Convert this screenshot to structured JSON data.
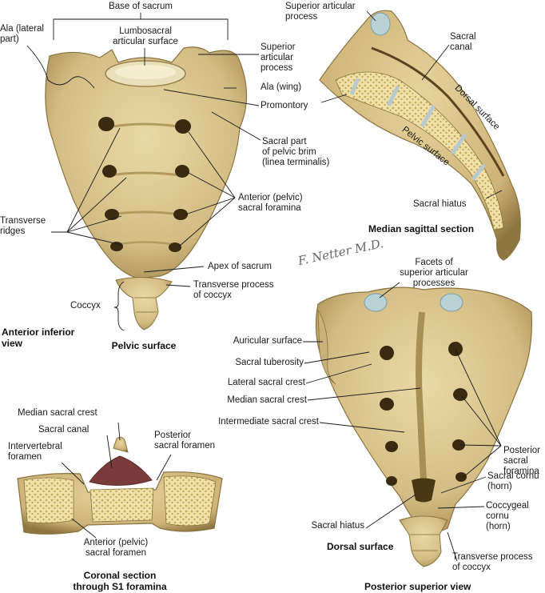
{
  "colors": {
    "bone": "#d9c48f",
    "bone_dark": "#a78f55",
    "bone_shadow": "#7a6535",
    "cartilage": "#b9d2d6",
    "cancellous": "#e8d79a",
    "leader": "#1a1a1a"
  },
  "anterior_view": {
    "labels": {
      "base_of_sacrum": "Base of sacrum",
      "ala_lateral_part": "Ala (lateral\npart)",
      "lumbosacral_articular_surface": "Lumbosacral\narticular surface",
      "superior_articular_process": "Superior\narticular\nprocess",
      "ala_wing": "Ala (wing)",
      "promontory": "Promontory",
      "sacral_part_of_pelvic_brim": "Sacral part\nof pelvic brim\n(linea terminalis)",
      "anterior_pelvic_sacral_foramina": "Anterior (pelvic)\nsacral foramina",
      "transverse_ridges": "Transverse\nridges",
      "apex_of_sacrum": "Apex of sacrum",
      "transverse_process_of_coccyx": "Transverse process\nof coccyx",
      "coccyx": "Coccyx"
    },
    "caption": "Anterior inferior\nview",
    "surface_caption": "Pelvic surface"
  },
  "sagittal_section": {
    "labels": {
      "superior_articular_process": "Superior articular\nprocess",
      "sacral_canal": "Sacral\ncanal",
      "dorsal_surface": "Dorsal surface",
      "pelvic_surface": "Pelvic surface",
      "sacral_hiatus": "Sacral hiatus"
    },
    "caption": "Median sagittal section"
  },
  "signature": "F. Netter M.D.",
  "posterior_view": {
    "labels": {
      "facets_of_superior_articular_processes": "Facets of\nsuperior articular\nprocesses",
      "auricular_surface": "Auricular surface",
      "sacral_tuberosity": "Sacral tuberosity",
      "lateral_sacral_crest": "Lateral sacral crest",
      "median_sacral_crest": "Median sacral crest",
      "intermediate_sacral_crest": "Intermediate sacral crest",
      "posterior_sacral_foramina": "Posterior\nsacral\nforamina",
      "sacral_cornu": "Sacral cornu\n(horn)",
      "coccygeal_cornu": "Coccygeal cornu\n(horn)",
      "sacral_hiatus": "Sacral hiatus",
      "transverse_process_of_coccyx": "Transverse process\nof coccyx"
    },
    "surface_caption": "Dorsal surface",
    "caption": "Posterior superior view"
  },
  "coronal_section": {
    "labels": {
      "median_sacral_crest": "Median sacral crest",
      "sacral_canal": "Sacral canal",
      "posterior_sacral_foramen": "Posterior\nsacral foramen",
      "intervertebral_foramen": "Intervertebral\nforamen",
      "anterior_pelvic_sacral_foramen": "Anterior (pelvic)\nsacral foramen"
    },
    "caption": "Coronal section\nthrough S1 foramina"
  }
}
